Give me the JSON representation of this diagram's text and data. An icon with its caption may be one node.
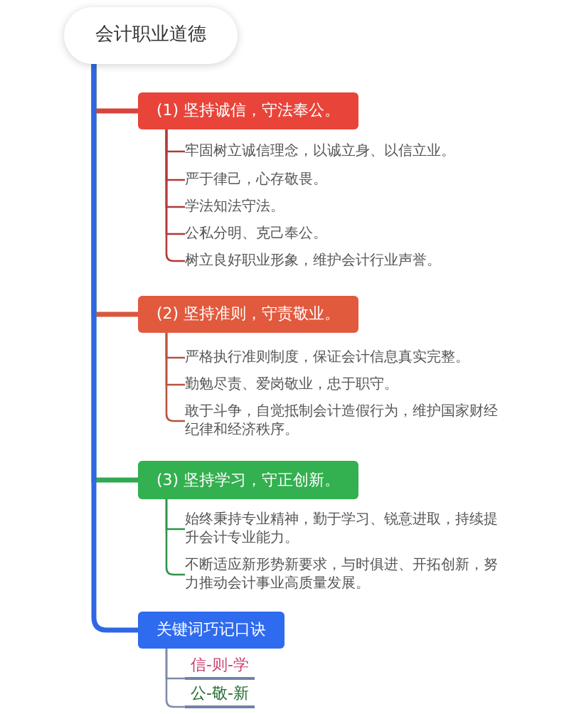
{
  "diagram": {
    "nodes": [
      {
        "text": [
          "会计职业道德"
        ]
      },
      {
        "text": [
          "(1) 坚持诚信，守法奉公。"
        ]
      },
      {
        "text": [
          "牢固树立诚信理念，以诚立身、以信立业。"
        ]
      },
      {
        "text": [
          "严于律己，心存敬畏。"
        ]
      },
      {
        "text": [
          "学法知法守法。"
        ]
      },
      {
        "text": [
          "公私分明、克己奉公。"
        ]
      },
      {
        "text": [
          "树立良好职业形象，维护会计行业声誉。"
        ]
      },
      {
        "text": [
          "(2) 坚持准则，守责敬业。"
        ]
      },
      {
        "text": [
          "严格执行准则制度，保证会计信息真实完整。"
        ]
      },
      {
        "text": [
          "勤勉尽责、爱岗敬业，忠于职守。"
        ]
      },
      {
        "text": [
          "敢于斗争，自觉抵制会计造假行为，维护国家财经纪律和经济秩序。"
        ]
      },
      {
        "text": [
          "(3) 坚持学习，守正创新。"
        ]
      },
      {
        "text": [
          "始终秉持专业精神，勤于学习、锐意进取，持续提升会计专业能力。"
        ]
      },
      {
        "text": [
          "不断适应新形势新要求，与时俱进、开拓创新，努力推动会计事业高质量发展。"
        ]
      },
      {
        "text": [
          "关键词巧记口诀"
        ]
      },
      {
        "text": [
          "信-则-学"
        ]
      },
      {
        "text": [
          "公-敬-新"
        ]
      }
    ],
    "edges": [
      {
        "from": 0,
        "to": 1,
        "arrow": "none",
        "style": "thick",
        "color": "#d9443a"
      },
      {
        "from": 1,
        "to": 2,
        "arrow": "none",
        "color": "#b03a3a"
      },
      {
        "from": 1,
        "to": 3,
        "arrow": "none",
        "color": "#b03a3a"
      },
      {
        "from": 1,
        "to": 4,
        "arrow": "none",
        "color": "#b03a3a"
      },
      {
        "from": 1,
        "to": 5,
        "arrow": "none",
        "color": "#b03a3a"
      },
      {
        "from": 1,
        "to": 6,
        "arrow": "none",
        "color": "#b03a3a"
      },
      {
        "from": 0,
        "to": 7,
        "arrow": "none",
        "style": "thick",
        "color": "#d9573e"
      },
      {
        "from": 7,
        "to": 8,
        "arrow": "none",
        "color": "#b8523e"
      },
      {
        "from": 7,
        "to": 9,
        "arrow": "none",
        "color": "#b8523e"
      },
      {
        "from": 7,
        "to": 10,
        "arrow": "none",
        "color": "#b8523e"
      },
      {
        "from": 0,
        "to": 11,
        "arrow": "none",
        "style": "thick",
        "color": "#33a852"
      },
      {
        "from": 11,
        "to": 12,
        "arrow": "none",
        "color": "#2f9448"
      },
      {
        "from": 11,
        "to": 13,
        "arrow": "none",
        "color": "#2f9448"
      },
      {
        "from": 0,
        "to": 14,
        "arrow": "none",
        "style": "thick",
        "color": "#2f66e6"
      },
      {
        "from": 14,
        "to": 15,
        "arrow": "none",
        "color": "#7d8ca6"
      },
      {
        "from": 14,
        "to": 16,
        "arrow": "none",
        "color": "#7d8ca6"
      }
    ]
  }
}
